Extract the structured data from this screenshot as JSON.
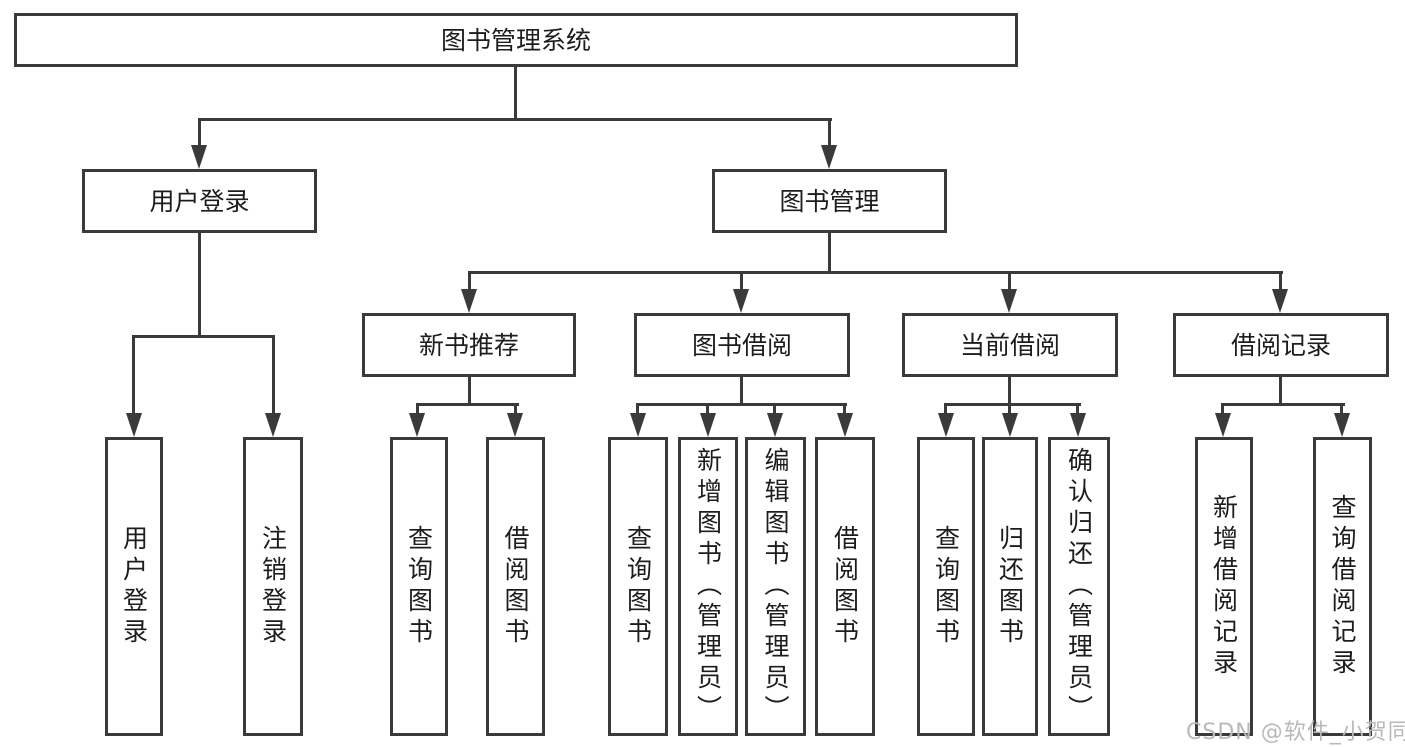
{
  "diagram_title": "图书管理系统",
  "colors": {
    "border": "#3a3a3a",
    "line": "#3a3a3a",
    "text": "#1d1d1d",
    "background": "#ffffff",
    "watermark": "#b9b9b9"
  },
  "nodes": {
    "root": {
      "label": "图书管理系统"
    },
    "user_login": {
      "label": "用户登录"
    },
    "book_mgmt": {
      "label": "图书管理"
    },
    "new_book_rec": {
      "label": "新书推荐"
    },
    "book_borrow": {
      "label": "图书借阅"
    },
    "current_borrow": {
      "label": "当前借阅"
    },
    "borrow_record": {
      "label": "借阅记录"
    },
    "leaf_user_login": {
      "label": "用户登录"
    },
    "leaf_logout": {
      "label": "注销登录"
    },
    "nbr_query": {
      "label": "查询图书"
    },
    "nbr_borrow": {
      "label": "借阅图书"
    },
    "bb_query": {
      "label": "查询图书"
    },
    "bb_add": {
      "label": "新增图书（管理员）"
    },
    "bb_edit": {
      "label": "编辑图书（管理员）"
    },
    "bb_borrow": {
      "label": "借阅图书"
    },
    "cb_query": {
      "label": "查询图书"
    },
    "cb_return": {
      "label": "归还图书"
    },
    "cb_confirm": {
      "label": "确认归还（管理员）"
    },
    "br_add": {
      "label": "新增借阅记录"
    },
    "br_query": {
      "label": "查询借阅记录"
    }
  },
  "structure": {
    "图书管理系统": {
      "用户登录": [
        "用户登录",
        "注销登录"
      ],
      "图书管理": {
        "新书推荐": [
          "查询图书",
          "借阅图书"
        ],
        "图书借阅": [
          "查询图书",
          "新增图书（管理员）",
          "编辑图书（管理员）",
          "借阅图书"
        ],
        "当前借阅": [
          "查询图书",
          "归还图书",
          "确认归还（管理员）"
        ],
        "借阅记录": [
          "新增借阅记录",
          "查询借阅记录"
        ]
      }
    }
  },
  "watermark": {
    "text": "CSDN @软件_小贺同学"
  }
}
